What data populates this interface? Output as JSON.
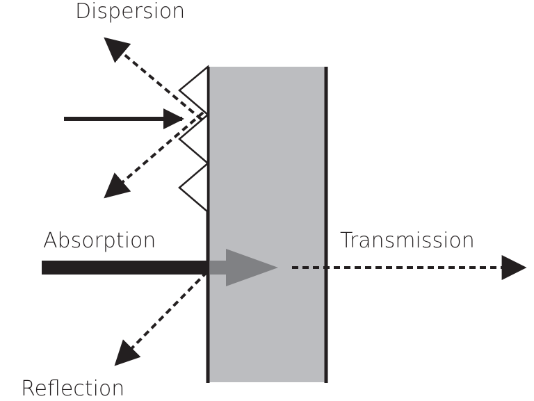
{
  "labels": {
    "dispersion": "Dispersion",
    "absorption": "Absorption",
    "transmission": "Transmission",
    "reflection": "Reflection"
  },
  "colors": {
    "ink": "#231f20",
    "material": "#bcbdc0",
    "absorbed_arrow": "#808184",
    "background": "#ffffff"
  }
}
